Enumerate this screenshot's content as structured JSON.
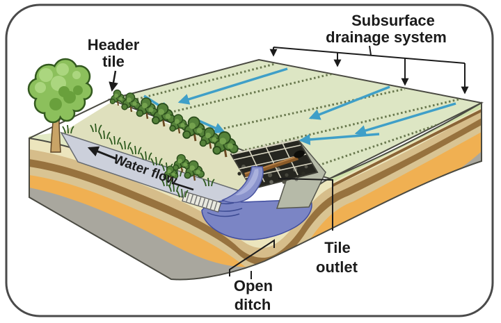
{
  "labels": {
    "header_tile": [
      "Header",
      "tile"
    ],
    "subsurface": [
      "Subsurface",
      "drainage system"
    ],
    "water_flow": "Water flow",
    "tile_outlet": [
      "Tile",
      "outlet"
    ],
    "open_ditch": [
      "Open",
      "ditch"
    ]
  },
  "colors": {
    "field_green": "#dde6c4",
    "tile_line_olive": "#69784e",
    "flow_arrow_blue": "#3f9fc8",
    "ditch_channel_gray": "#ccd0db",
    "pool_water_blue": "#7b85c5",
    "stream_blue": "#8a93cc",
    "soil_cream": "#ece5bd",
    "soil_tan": "#d6bd8a",
    "soil_brown": "#97723e",
    "soil_tan2": "#d9c493",
    "soil_orange": "#f0b052",
    "soil_gray": "#a9a79e",
    "bank_cream": "#dfe0bd",
    "tree_green": "#8cc05c",
    "label_text": "#1b1b1b"
  }
}
